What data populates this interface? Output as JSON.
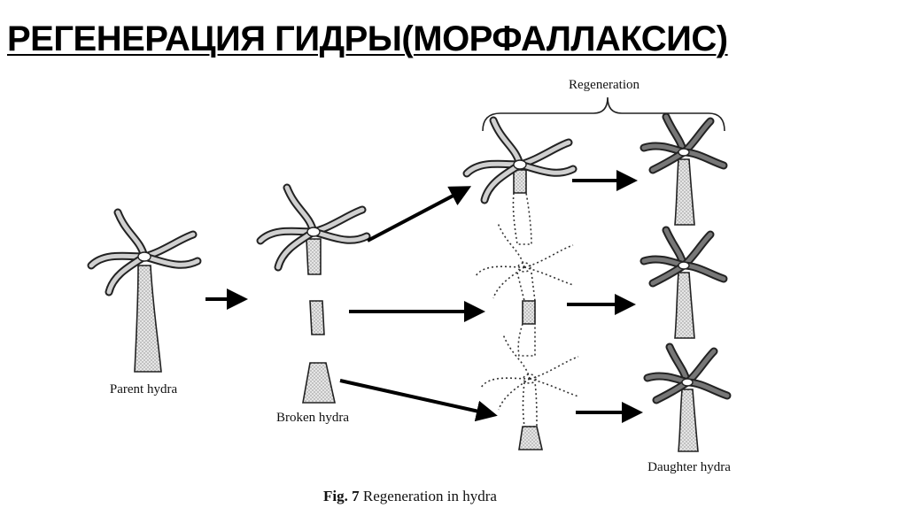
{
  "title": "РЕГЕНЕРАЦИЯ ГИДРЫ(МОРФАЛЛАКСИС)",
  "labels": {
    "parent": "Parent hydra",
    "broken": "Broken hydra",
    "regeneration": "Regeneration",
    "daughter": "Daughter hydra"
  },
  "caption": {
    "fig": "Fig. 7",
    "text": "Regeneration in hydra"
  }
}
